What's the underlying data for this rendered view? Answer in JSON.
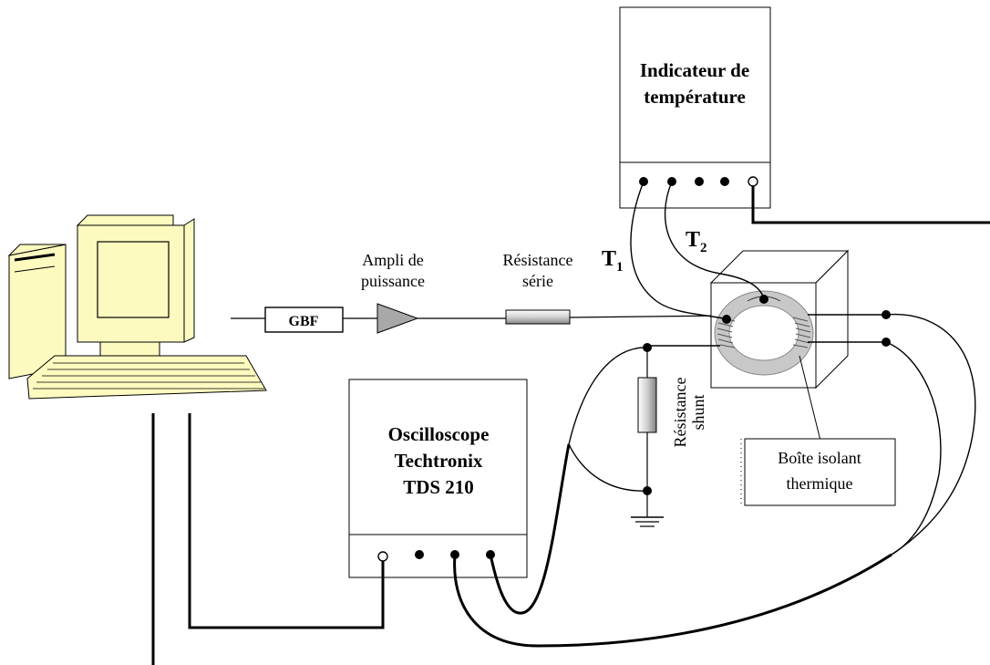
{
  "labels": {
    "temperature_indicator": [
      "Indicateur de",
      "température"
    ],
    "gbf": "GBF",
    "ampli": [
      "Ampli  de",
      "puissance"
    ],
    "series_resistance": [
      "Résistance",
      "série"
    ],
    "t1": "T",
    "t1_sub": "1",
    "t2": "T",
    "t2_sub": "2",
    "shunt_resistance": [
      "Résistance",
      "shunt"
    ],
    "box": [
      "Boîte  isolant",
      "thermique"
    ],
    "oscilloscope": [
      "Oscilloscope",
      "Techtronix",
      "TDS 210"
    ]
  },
  "colors": {
    "screen_fill": "#fdfac0",
    "device_fill": "#ffffff",
    "amp_fill": "#a8a8a8",
    "toroid_fill": "#c8c8c8",
    "resistor_fill": "#e0e0e0"
  }
}
